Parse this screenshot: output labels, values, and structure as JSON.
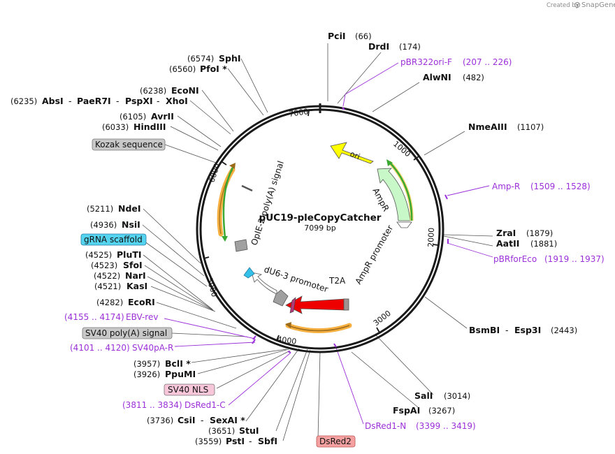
{
  "header": {
    "credit": "Created by",
    "brand": "SnapGene"
  },
  "plasmid": {
    "name": "pUC19-pleCopyCatcher",
    "size_label": "7099 bp"
  },
  "ticks": [
    "1000",
    "2000",
    "3000",
    "4000",
    "5000",
    "6000",
    "7000"
  ],
  "colors": {
    "ori": "#ffff00",
    "ampr": "#c8f7c8",
    "dsred": "#ee0000",
    "cds_orange": "#f5b041",
    "green_arrow": "#3aa832",
    "primer": "#9b30d9",
    "kozak_box": "#c8c8c8",
    "grna_box": "#55d4f0",
    "nls_box": "#f7c6d9",
    "dsred_box": "#f6a1a1",
    "promoter_gray": "#a0a0a0"
  },
  "sites": [
    {
      "name": "PciI",
      "pos": "(66)"
    },
    {
      "name": "DrdI",
      "pos": "(174)"
    },
    {
      "name": "AlwNI",
      "pos": "(482)"
    },
    {
      "name": "NmeAIII",
      "pos": "(1107)"
    },
    {
      "name": "ZraI",
      "pos": "(1879)"
    },
    {
      "name": "AatII",
      "pos": "(1881)"
    },
    {
      "name": "BsmBI",
      "sep": "-",
      "name2": "Esp3I",
      "pos": "(2443)"
    },
    {
      "name": "SalI",
      "pos": "(3014)"
    },
    {
      "name": "FspAI",
      "pos": "(3267)"
    },
    {
      "name": "StuI",
      "pos": "(3651)"
    },
    {
      "name": "PstI",
      "sep": "-",
      "name2": "SbfI",
      "pos": "(3559)"
    },
    {
      "name": "CsiI",
      "sep": "-",
      "name2": "SexAI *",
      "pos": "(3736)"
    },
    {
      "name": "PpuMI",
      "pos": "(3926)"
    },
    {
      "name": "BclI *",
      "pos": "(3957)"
    },
    {
      "name": "EcoRI",
      "pos": "(4282)"
    },
    {
      "name": "KasI",
      "pos": "(4521)"
    },
    {
      "name": "NarI",
      "pos": "(4522)"
    },
    {
      "name": "SfoI",
      "pos": "(4523)"
    },
    {
      "name": "PluTI",
      "pos": "(4525)"
    },
    {
      "name": "NsiI",
      "pos": "(4936)"
    },
    {
      "name": "NdeI",
      "pos": "(5211)"
    },
    {
      "name": "HindIII",
      "pos": "(6033)"
    },
    {
      "name": "AvrII",
      "pos": "(6105)"
    },
    {
      "name": "AbsI",
      "sep": "-",
      "name2": "PaeR7I",
      "sep2": "-",
      "name3": "PspXI",
      "sep3": "-",
      "name4": "XhoI",
      "pos": "(6235)"
    },
    {
      "name": "EcoNI",
      "pos": "(6238)"
    },
    {
      "name": "PfoI *",
      "pos": "(6560)"
    },
    {
      "name": "SphI",
      "pos": "(6574)"
    }
  ],
  "primers": [
    {
      "name": "pBR322ori-F",
      "range": "(207 .. 226)"
    },
    {
      "name": "Amp-R",
      "range": "(1509 .. 1528)"
    },
    {
      "name": "pBRforEco",
      "range": "(1919 .. 1937)"
    },
    {
      "name": "DsRed1-N",
      "range": "(3399 .. 3419)"
    },
    {
      "name": "DsRed1-C",
      "range": "(3811 .. 3834)"
    },
    {
      "name": "SV40pA-R",
      "range": "(4101 .. 4120)"
    },
    {
      "name": "EBV-rev",
      "range": "(4155 .. 4174)"
    }
  ],
  "boxed_features": [
    {
      "name": "Kozak sequence"
    },
    {
      "name": "gRNA scaffold"
    },
    {
      "name": "SV40 poly(A) signal"
    },
    {
      "name": "SV40 NLS"
    },
    {
      "name": "DsRed2"
    }
  ],
  "inner_features": {
    "ori": "ori",
    "ampr": "AmpR",
    "ampr_promoter": "AmpR promoter",
    "t2a": "T2A",
    "du6": "dU6-3 promoter",
    "opie2": "OpIE-2 poly(A) signal"
  }
}
